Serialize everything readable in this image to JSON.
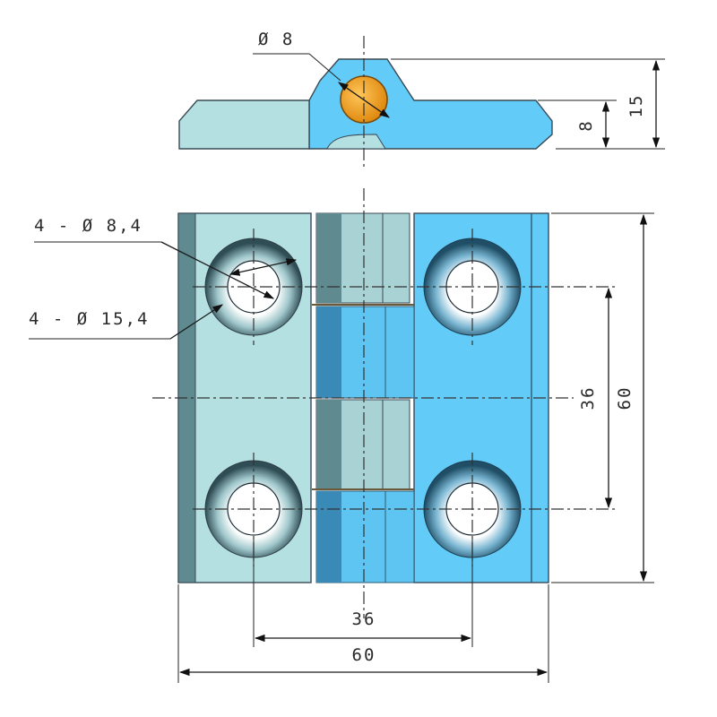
{
  "drawing": {
    "callouts": {
      "pin_diameter": "Ø 8",
      "hole_diameter": "4 - Ø 8,4",
      "countersink_diameter": "4 - Ø 15,4"
    },
    "dimensions": {
      "top_total_height": "15",
      "top_leaf_height": "8",
      "vertical_hole_spacing": "36",
      "overall_height": "60",
      "horizontal_hole_spacing": "36",
      "overall_width": "60"
    },
    "colors": {
      "left_leaf": "#b5e0e2",
      "right_leaf": "#63cbf7",
      "pin": "#f5a024",
      "dark_edge": "#5f8a8f"
    }
  }
}
